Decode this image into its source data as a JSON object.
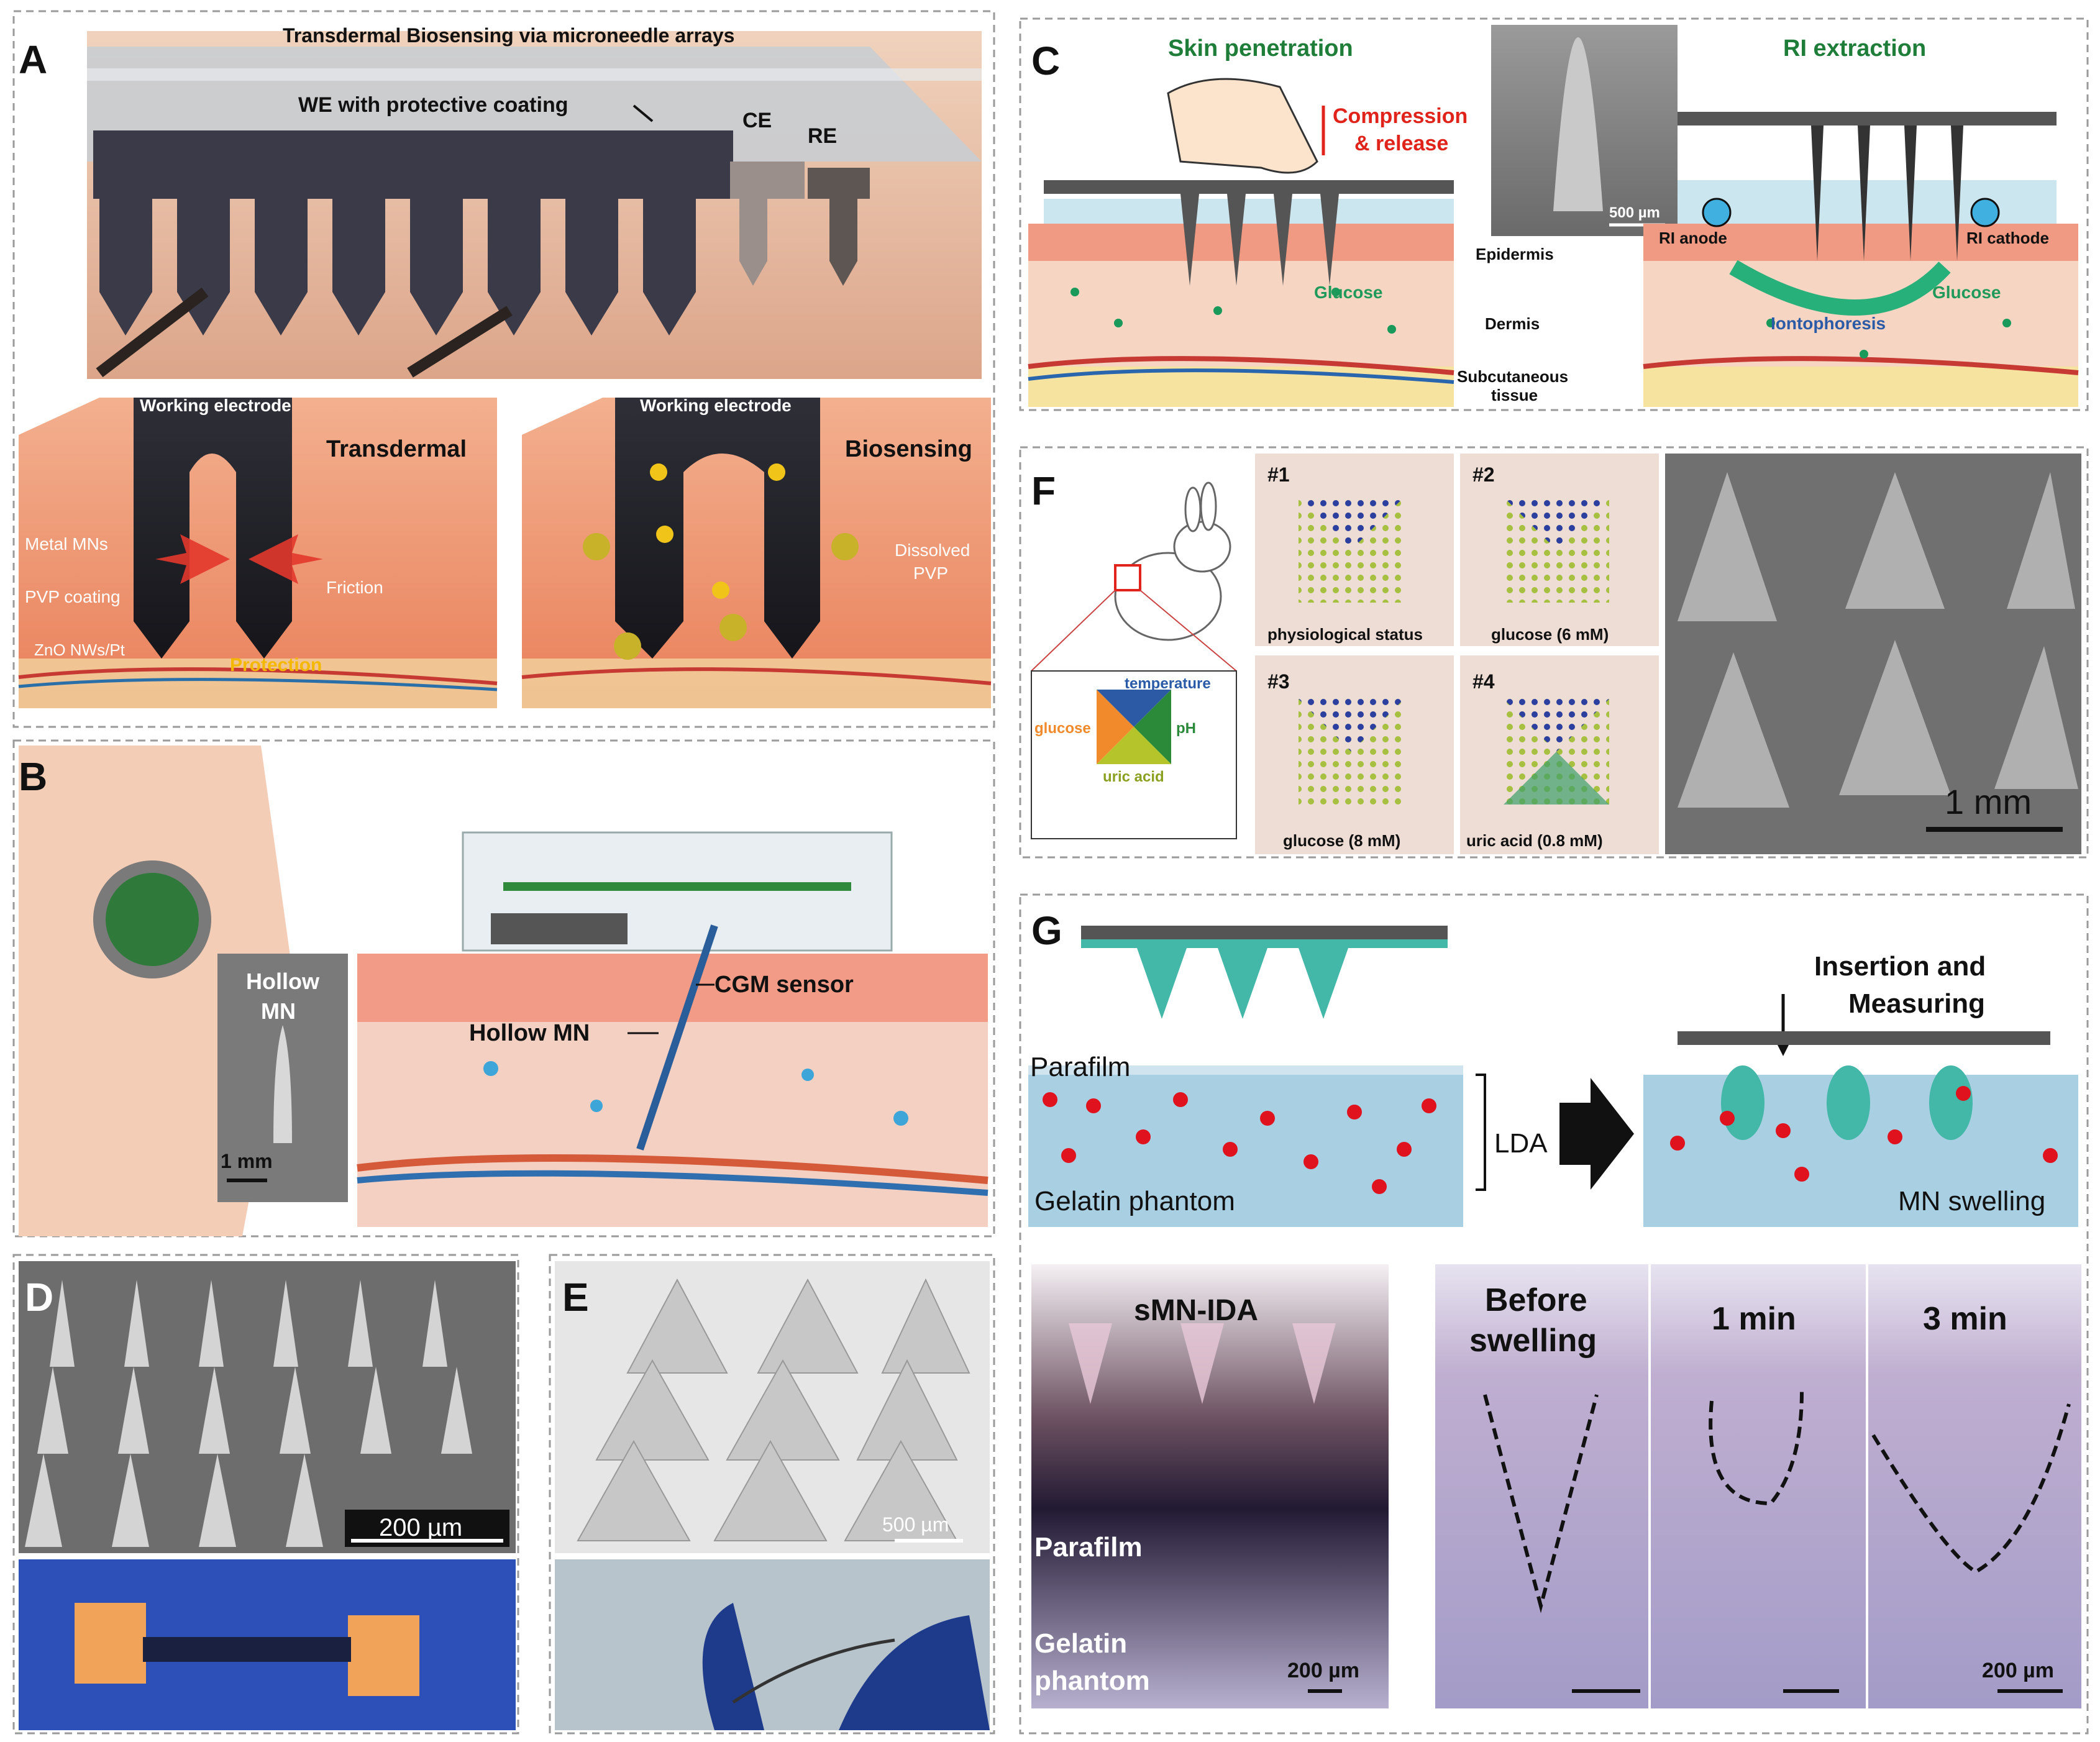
{
  "panel_letters": {
    "a": "A",
    "b": "B",
    "c": "C",
    "d": "D",
    "e": "E",
    "f": "F",
    "g": "G"
  },
  "panel_a": {
    "title": "Transdermal Biosensing via microneedle arrays",
    "we_label": "WE with protective coating",
    "ce": "CE",
    "re": "RE",
    "left": {
      "we": "Working electrode",
      "heading": "Transdermal",
      "metal": "Metal MNs",
      "pvp": "PVP coating",
      "zno": "ZnO NWs/Pt",
      "friction": "Friction",
      "protection": "Protection"
    },
    "right": {
      "we": "Working electrode",
      "heading": "Biosensing",
      "dissolved_1": "Dissolved",
      "dissolved_2": "PVP"
    }
  },
  "panel_b": {
    "hollow_1": "Hollow",
    "hollow_2": "MN",
    "scale": "1 mm",
    "cgm": "CGM sensor",
    "hollow_mn": "Hollow MN"
  },
  "panel_c": {
    "skin_pen": "Skin penetration",
    "comp_1": "Compression",
    "comp_2": "& release",
    "scale": "500 µm",
    "ri_title": "RI extraction",
    "ri_anode": "RI anode",
    "ri_cathode": "RI cathode",
    "epidermis": "Epidermis",
    "dermis": "Dermis",
    "subq_1": "Subcutaneous",
    "subq_2": "tissue",
    "glucose_l": "Glucose",
    "glucose_r": "Glucose",
    "ionto": "Iontophoresis"
  },
  "panel_d": {
    "scale": "200 µm"
  },
  "panel_e": {
    "scale": "500 µm"
  },
  "panel_f": {
    "temperature": "temperature",
    "ph": "pH",
    "glucose": "glucose",
    "uric": "uric acid",
    "t1": "#1",
    "t2": "#2",
    "t3": "#3",
    "t4": "#4",
    "c1": "physiological status",
    "c2": "glucose (6 mM)",
    "c3": "glucose (8 mM)",
    "c4": "uric acid (0.8 mM)",
    "scale": "1 mm"
  },
  "panel_g": {
    "parafilm": "Parafilm",
    "phantom": "Gelatin phantom",
    "lda": "LDA",
    "ins_1": "Insertion and",
    "ins_2": "Measuring",
    "swelling": "MN swelling",
    "smn": "sMN-IDA",
    "parafilm_photo": "Parafilm",
    "gel_1": "Gelatin",
    "gel_2": "phantom",
    "scale_1": "200 µm",
    "before_1": "Before",
    "before_2": "swelling",
    "one_min": "1 min",
    "three_min": "3 min",
    "scale_2": "200 µm"
  },
  "colors": {
    "skin": "#e98a5c",
    "blue_arrow": "#2b5ba7",
    "green_label": "#1f7d3a",
    "red_label": "#e0231b",
    "gelatin": "#a9cfe3"
  }
}
